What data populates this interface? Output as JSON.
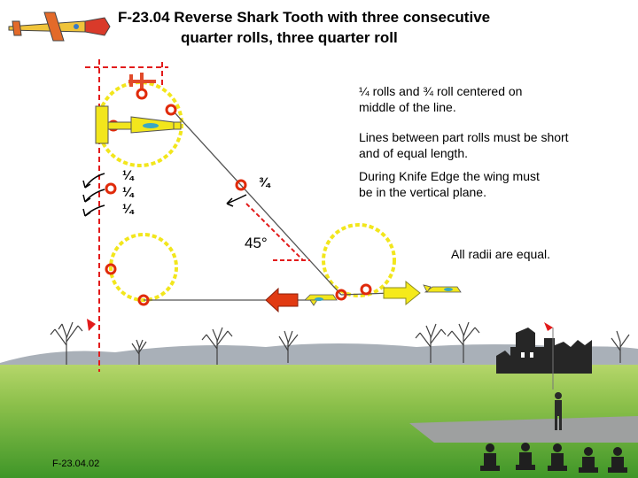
{
  "title": {
    "line1": "F-23.04 Reverse Shark Tooth with three consecutive",
    "line2": "quarter rolls, three quarter roll"
  },
  "notes": {
    "centered_1": "¼ rolls and ¾ roll centered on",
    "centered_2": "middle of the line.",
    "lines_1": "Lines between part rolls must be short",
    "lines_2": "and of equal length.",
    "knife_1": "During Knife Edge the wing must",
    "knife_2": "be in the vertical plane.",
    "radii": "All radii are equal."
  },
  "roll_labels": {
    "quarter_1": "¼",
    "quarter_2": "¼",
    "quarter_3": "¼",
    "three_quarter": "¾"
  },
  "angle_label": "45°",
  "footer": "F-23.04.02",
  "colors": {
    "sky": "#ffffff",
    "grass_far": "#9dc95a",
    "grass_near": "#4f9e2d",
    "hills": "#a9b0b8",
    "runway": "#9ea0a0",
    "flight_path": "#555555",
    "red_line": "#e21b1b",
    "loop_yellow": "#f2e61c",
    "roll_marker": "#e02a0a",
    "arrow_red": "#e13a12",
    "arrow_yellow": "#f5ea1a"
  }
}
